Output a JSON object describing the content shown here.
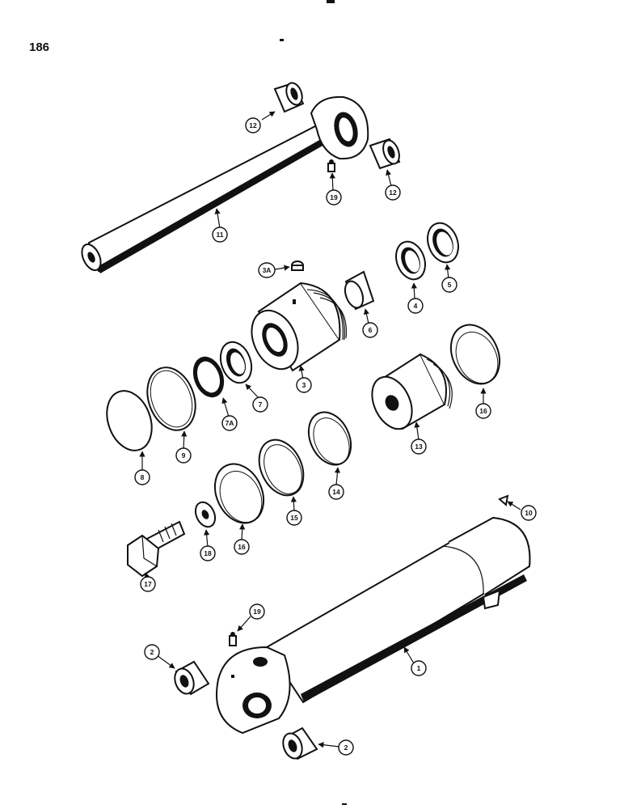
{
  "page": {
    "number": "186"
  },
  "callouts": {
    "c1": "1",
    "c2a": "2",
    "c2b": "2",
    "c3": "3",
    "c3a": "3A",
    "c4": "4",
    "c5": "5",
    "c6": "6",
    "c7": "7",
    "c7a": "7A",
    "c8": "8",
    "c9": "9",
    "c10": "10",
    "c11": "11",
    "c12a": "12",
    "c12b": "12",
    "c13": "13",
    "c14": "14",
    "c15": "15",
    "c16a": "16",
    "c16b": "16",
    "c17": "17",
    "c18": "18",
    "c19a": "19",
    "c19b": "19"
  }
}
